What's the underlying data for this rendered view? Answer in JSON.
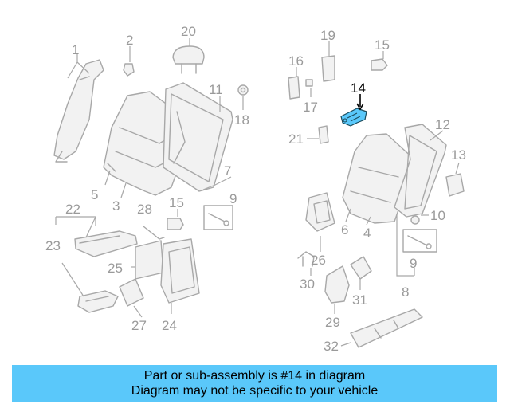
{
  "diagram": {
    "highlight_color": "#5ac8fa",
    "highlighted_part": "14",
    "labels": [
      "1",
      "2",
      "20",
      "11",
      "18",
      "3",
      "5",
      "7",
      "9",
      "15",
      "22",
      "28",
      "23",
      "25",
      "27",
      "24",
      "19",
      "15",
      "16",
      "17",
      "21",
      "14",
      "12",
      "13",
      "10",
      "6",
      "4",
      "9",
      "26",
      "30",
      "31",
      "29",
      "8",
      "32"
    ]
  },
  "banner": {
    "line1": "Part or sub-assembly is #14 in diagram",
    "line2": "Diagram may not be specific to your vehicle",
    "background": "#5ac8fa"
  }
}
